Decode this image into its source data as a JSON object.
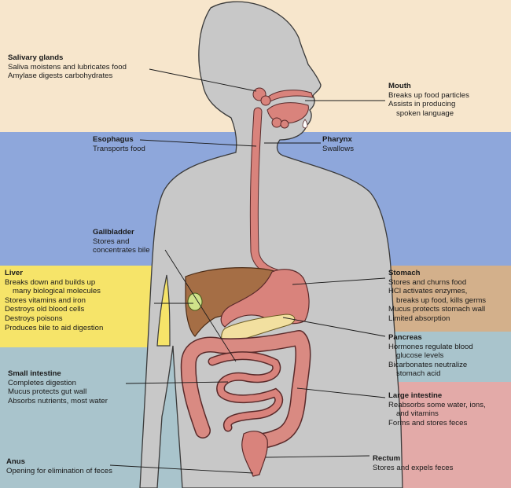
{
  "colors": {
    "tan": "#f7e6cc",
    "blue": "#8ea7db",
    "yellow": "#f6e469",
    "brown": "#d3b08b",
    "teal": "#a9c4cc",
    "pink": "#e3aaa8",
    "body": "#c8c8c8",
    "organ": "#d9837c",
    "liver": "#a56e45"
  },
  "labels": {
    "salivary": {
      "title": "Salivary glands",
      "lines": [
        "Saliva moistens and lubricates food",
        "Amylase digests carbohydrates"
      ]
    },
    "mouth": {
      "title": "Mouth",
      "lines": [
        "Breaks up food particles",
        "Assists in producing",
        "spoken language"
      ]
    },
    "esophagus": {
      "title": "Esophagus",
      "lines": [
        "Transports food"
      ]
    },
    "pharynx": {
      "title": "Pharynx",
      "lines": [
        "Swallows"
      ]
    },
    "gallbladder": {
      "title": "Gallbladder",
      "lines": [
        "Stores and",
        "concentrates bile"
      ]
    },
    "liver": {
      "title": "Liver",
      "lines": [
        "Breaks down and builds up",
        "many biological molecules",
        "Stores vitamins and iron",
        "Destroys old blood cells",
        "Destroys poisons",
        "Produces bile to aid digestion"
      ]
    },
    "stomach": {
      "title": "Stomach",
      "lines": [
        "Stores and churns food",
        "HCl activates enzymes,",
        "breaks up food, kills germs",
        "Mucus protects stomach wall",
        "Limited absorption"
      ]
    },
    "pancreas": {
      "title": "Pancreas",
      "lines": [
        "Hormones regulate blood",
        "glucose levels",
        "Bicarbonates neutralize",
        "stomach acid"
      ]
    },
    "small_intestine": {
      "title": "Small intestine",
      "lines": [
        "Completes digestion",
        "Mucus protects gut wall",
        "Absorbs nutrients, most water"
      ]
    },
    "large_intestine": {
      "title": "Large intestine",
      "lines": [
        "Reabsorbs some water, ions,",
        "and vitamins",
        "Forms and stores feces"
      ]
    },
    "anus": {
      "title": "Anus",
      "lines": [
        "Opening for elimination of feces"
      ]
    },
    "rectum": {
      "title": "Rectum",
      "lines": [
        "Stores and expels feces"
      ]
    }
  }
}
